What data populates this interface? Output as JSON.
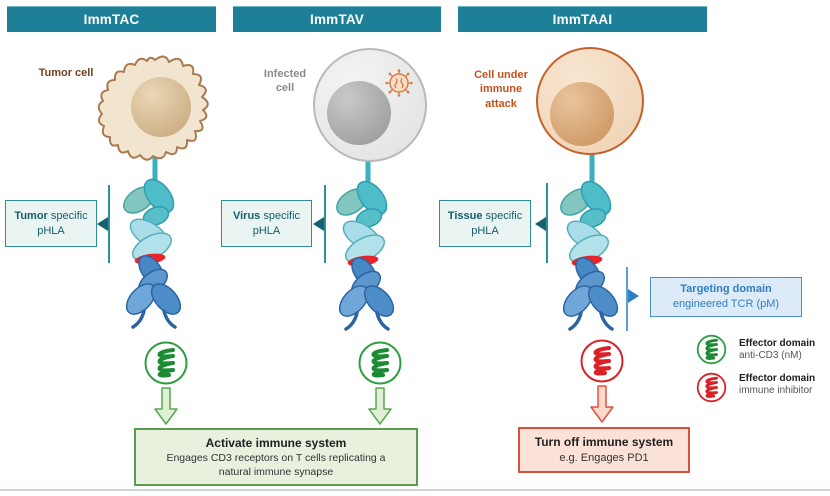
{
  "columns": [
    {
      "header": "ImmTAC",
      "cell_label": [
        "Tumor cell"
      ],
      "phla": {
        "bold": "Tumor",
        "rest": " specific",
        "line2": "pHLA"
      },
      "effector_icon": "anti-CD3 (green helix)"
    },
    {
      "header": "ImmTAV",
      "cell_label": [
        "Infected",
        "cell"
      ],
      "phla": {
        "bold": "Virus",
        "rest": " specific",
        "line2": "pHLA"
      },
      "effector_icon": "anti-CD3 (green helix)"
    },
    {
      "header": "ImmTAAI",
      "cell_label": [
        "Cell under",
        "immune",
        "attack"
      ],
      "phla": {
        "bold": "Tissue",
        "rest": " specific",
        "line2": "pHLA"
      },
      "effector_icon": "immune inhibitor (red helix)"
    }
  ],
  "targeting_box": {
    "line1": "Targeting domain",
    "line2": "engineered TCR (pM)"
  },
  "activate_box": {
    "title": "Activate immune system",
    "body_line1": "Engages CD3 receptors on T cells replicating a",
    "body_line2": "natural immune synapse"
  },
  "turnoff_box": {
    "title": "Turn off immune system",
    "body": "e.g. Engages PD1"
  },
  "legend": [
    {
      "icon": "green-helix-circle",
      "title": "Effector domain",
      "subtitle": "anti-CD3 (nM)"
    },
    {
      "icon": "red-helix-circle",
      "title": "Effector domain",
      "subtitle": "immune inhibitor"
    }
  ],
  "colors": {
    "header_teal": "#1e7f99",
    "phla_box_bg": "#e9f4f3",
    "phla_box_border": "#2e8f98",
    "phla_text": "#155e6b",
    "targeting_blue": "#2f7fc1",
    "effector_green": "#2f9e41",
    "effector_red": "#da2128",
    "activate_green_bg": "#e7f1de",
    "activate_green_border": "#5d9b52",
    "turnoff_red_bg": "#fbe2d8",
    "turnoff_red_border": "#d9503c",
    "tumor_cell_fill": "#f2e5d0",
    "infected_cell_fill": "#ececec",
    "attacked_cell_fill": "#f3d9c0"
  }
}
